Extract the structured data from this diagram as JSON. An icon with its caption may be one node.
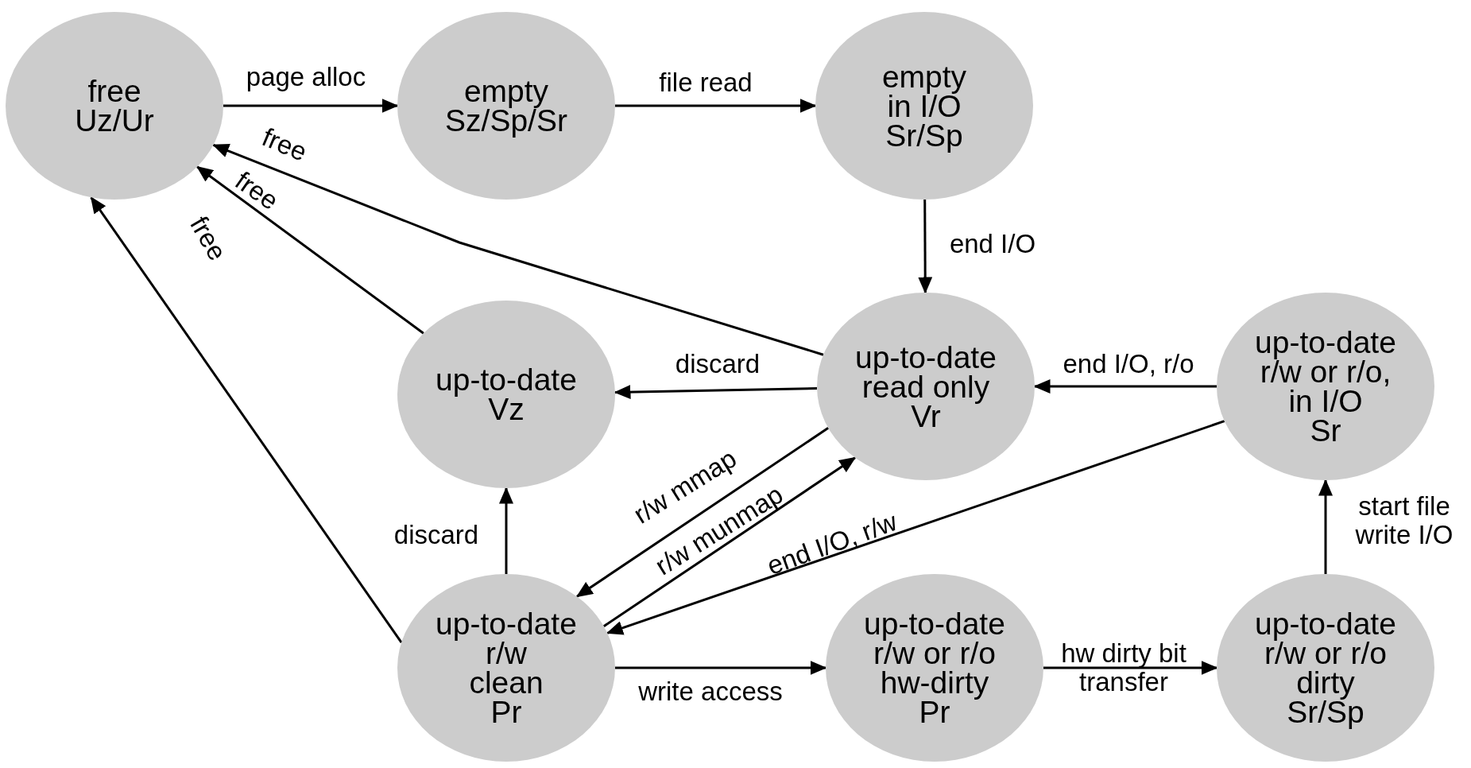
{
  "diagram": {
    "nodes": [
      {
        "text": [
          "free",
          "Uz/Ur"
        ]
      },
      {
        "text": [
          "empty",
          "Sz/Sp/Sr"
        ]
      },
      {
        "text": [
          "empty",
          "in I/O",
          "Sr/Sp"
        ]
      },
      {
        "text": [
          "up-to-date",
          "Vz"
        ]
      },
      {
        "text": [
          "up-to-date",
          "read only",
          "Vr"
        ]
      },
      {
        "text": [
          "up-to-date",
          "r/w or r/o,",
          "in I/O",
          "Sr"
        ]
      },
      {
        "text": [
          "up-to-date",
          "r/w",
          "clean",
          "Pr"
        ]
      },
      {
        "text": [
          "up-to-date",
          "r/w or r/o",
          "hw-dirty",
          "Pr"
        ]
      },
      {
        "text": [
          "up-to-date",
          "r/w or r/o",
          "dirty",
          "Sr/Sp"
        ]
      }
    ],
    "edges": [
      {
        "from": 0,
        "to": 1,
        "arrow": "to",
        "label": "page alloc"
      },
      {
        "from": 1,
        "to": 2,
        "arrow": "to",
        "label": "file read"
      },
      {
        "from": 2,
        "to": 4,
        "arrow": "to",
        "label": "end I/O"
      },
      {
        "from": 4,
        "to": 0,
        "arrow": "to",
        "label": "free"
      },
      {
        "from": 3,
        "to": 0,
        "arrow": "to",
        "label": "free"
      },
      {
        "from": 6,
        "to": 0,
        "arrow": "to",
        "label": "free"
      },
      {
        "from": 4,
        "to": 3,
        "arrow": "to",
        "label": "discard"
      },
      {
        "from": 6,
        "to": 3,
        "arrow": "to",
        "label": "discard"
      },
      {
        "from": 4,
        "to": 6,
        "arrow": "to",
        "label": "r/w mmap"
      },
      {
        "from": 6,
        "to": 4,
        "arrow": "to",
        "label": "r/w munmap"
      },
      {
        "from": 5,
        "to": 4,
        "arrow": "to",
        "label": "end I/O, r/o"
      },
      {
        "from": 5,
        "to": 6,
        "arrow": "to",
        "label": "end I/O, r/w"
      },
      {
        "from": 6,
        "to": 7,
        "arrow": "to",
        "label": "write access"
      },
      {
        "from": 7,
        "to": 8,
        "arrow": "to",
        "label": "hw dirty bit transfer"
      },
      {
        "from": 8,
        "to": 5,
        "arrow": "to",
        "label": "start file write I/O"
      }
    ]
  }
}
